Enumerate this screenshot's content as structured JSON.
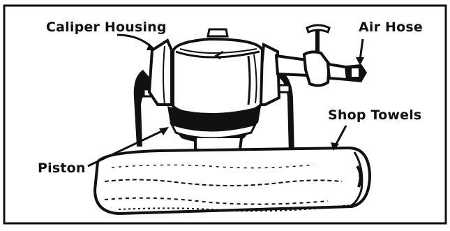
{
  "figure": {
    "labels": {
      "caliper_housing": "Caliper Housing",
      "air_hose": "Air Hose",
      "shop_towels": "Shop Towels",
      "piston": "Piston"
    },
    "colors": {
      "ink": "#111111",
      "paper": "#ffffff",
      "gray": "#bdbdbd"
    }
  }
}
